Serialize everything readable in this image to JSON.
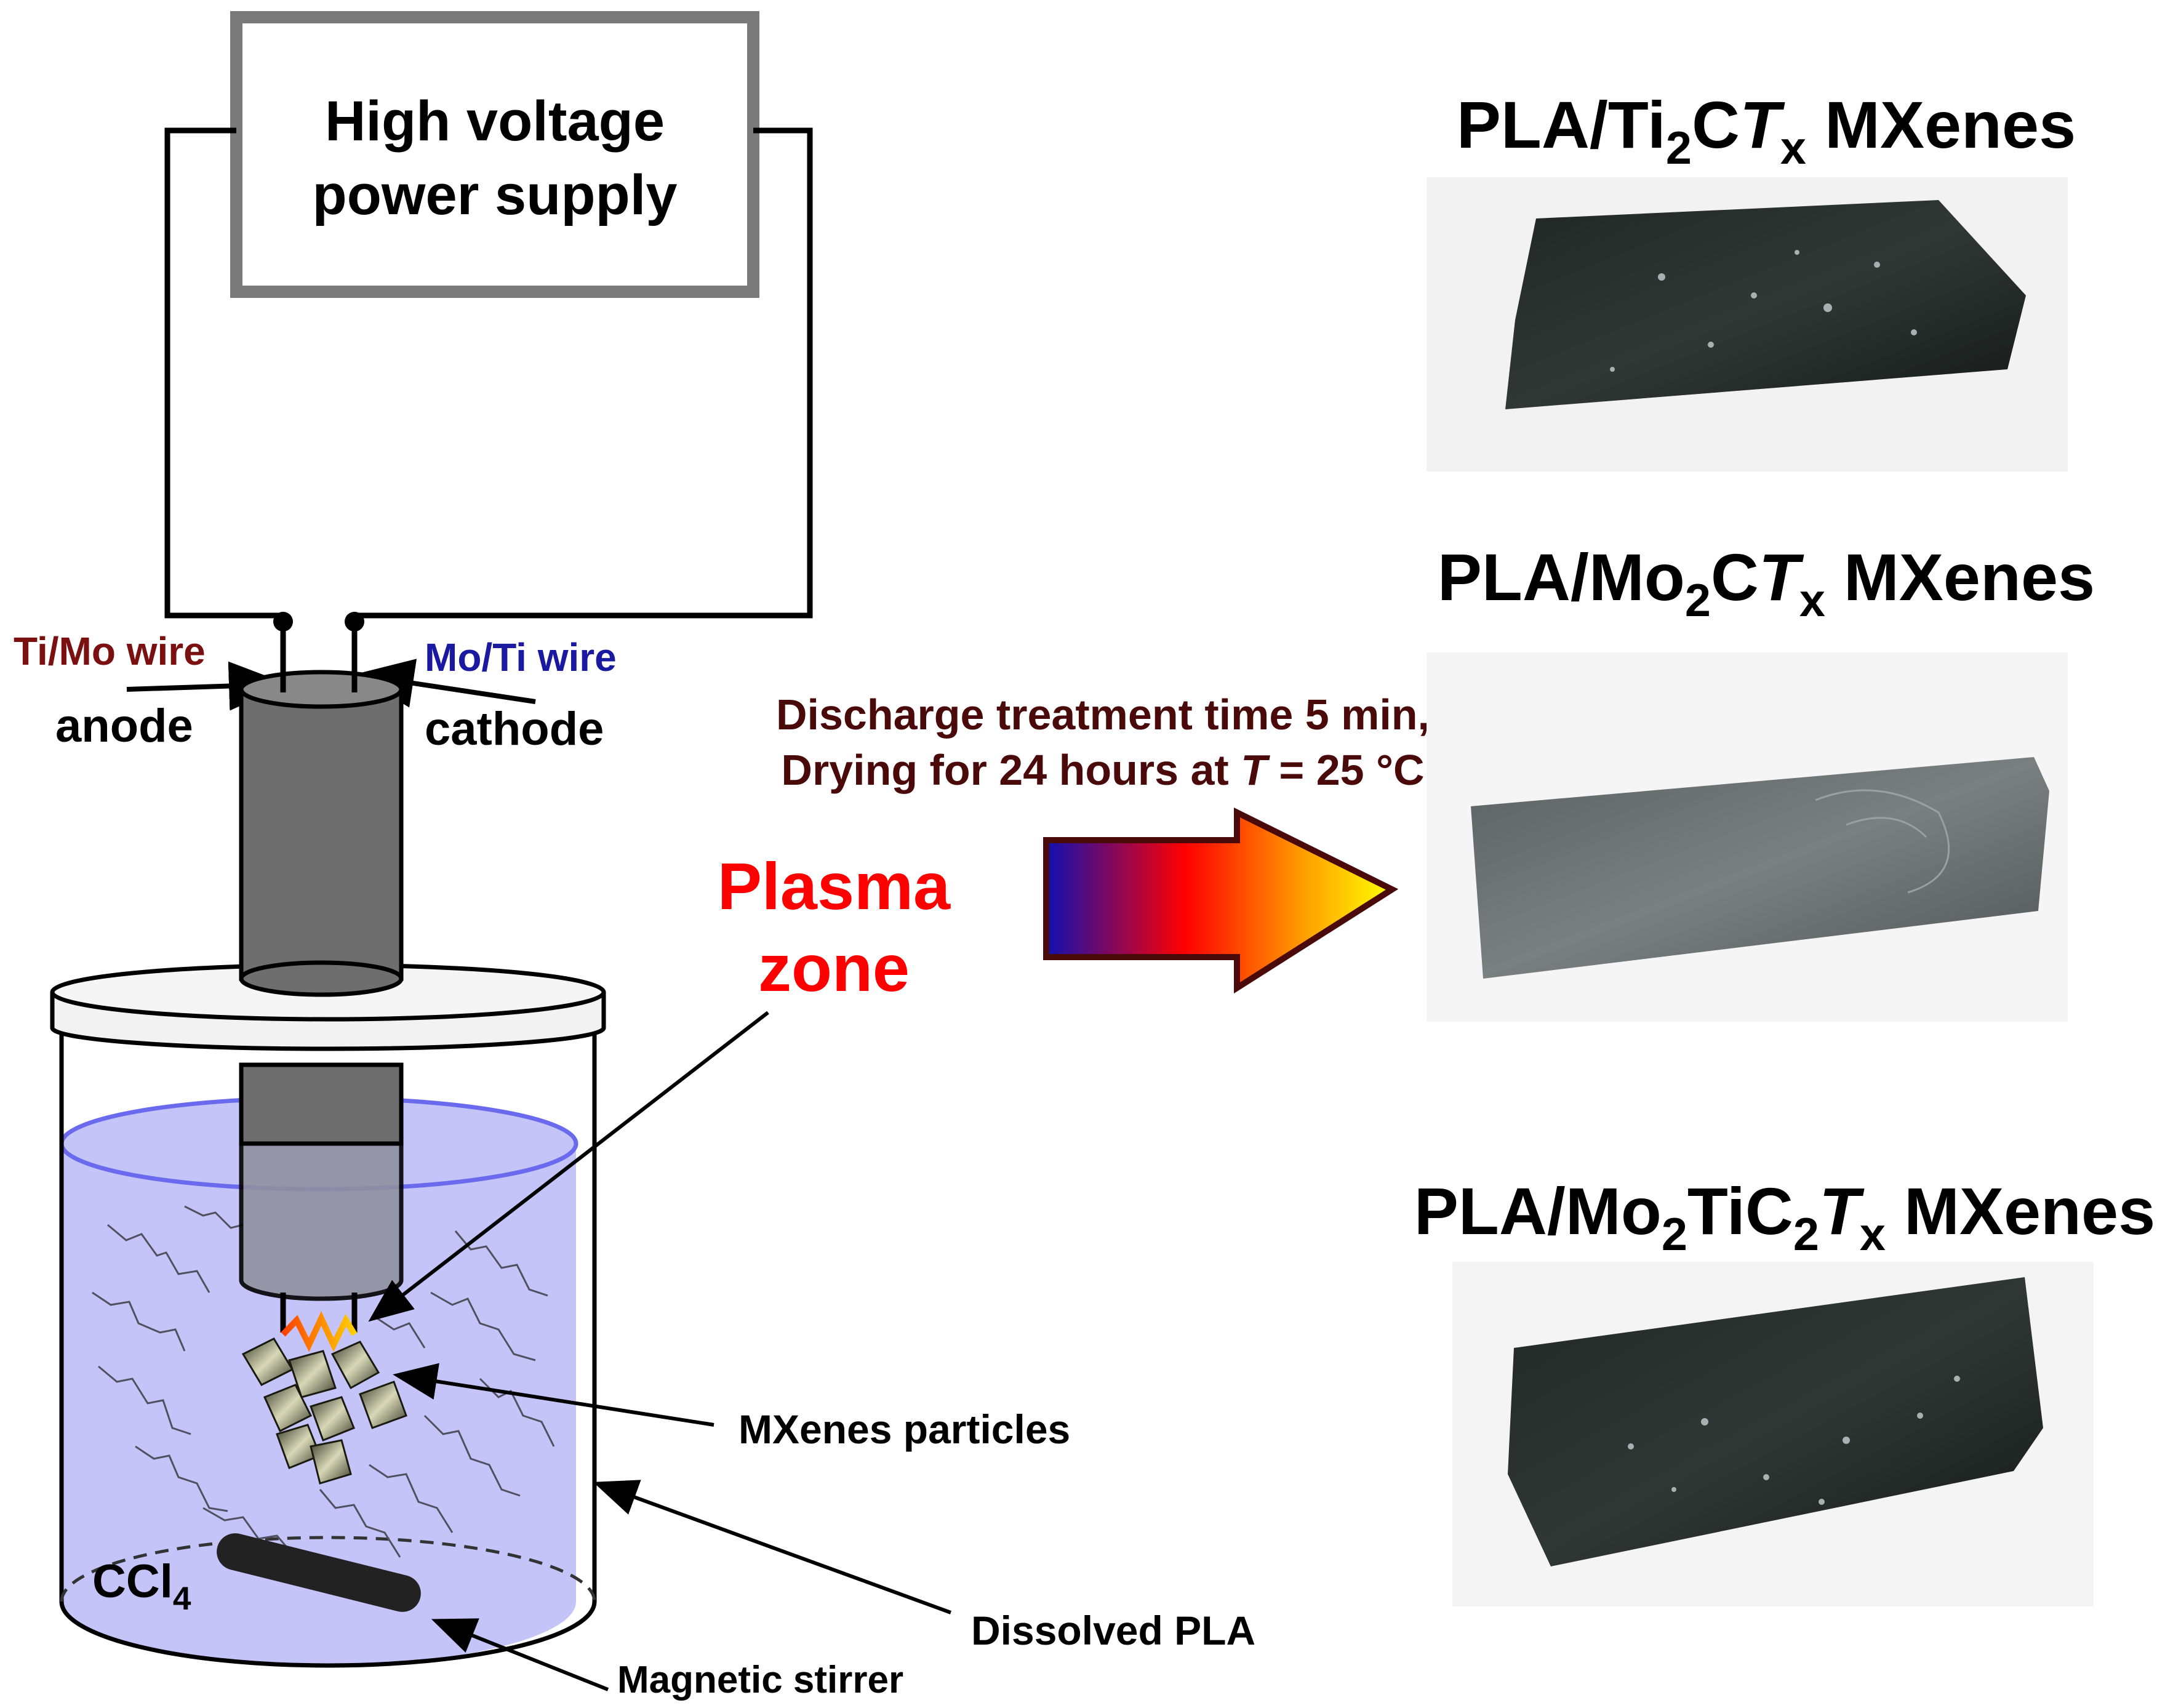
{
  "power_supply": {
    "line1": "High voltage",
    "line2": "power supply"
  },
  "electrodes": {
    "left_wire": "Ti/Mo wire",
    "right_wire": "Mo/Ti wire",
    "anode": "anode",
    "cathode": "cathode"
  },
  "plasma": {
    "line1": "Plasma",
    "line2": "zone"
  },
  "reactor": {
    "solvent_main": "CCl",
    "solvent_sub": "4",
    "particles_label": "MXenes particles",
    "dissolved_label": "Dissolved PLA",
    "stirrer_label": "Magnetic stirrer"
  },
  "process": {
    "line1": "Discharge treatment time 5 min,",
    "line2_prefix": "Drying for 24 hours at ",
    "line2_var": "T",
    "line2_suffix": " = 25 °C"
  },
  "samples": [
    {
      "p1": "PLA/Ti",
      "s1": "2",
      "p2": "C",
      "t": "T",
      "x": "x",
      "p3": " MXenes"
    },
    {
      "p1": "PLA/Mo",
      "s1": "2",
      "p2": "C",
      "t": "T",
      "x": "x",
      "p3": " MXenes"
    },
    {
      "p1": "PLA/Mo",
      "s1": "2",
      "p2": "TiC",
      "s2": "2",
      "t": "T",
      "x": "x",
      "p3": " MXenes"
    }
  ],
  "colors": {
    "wire_label_left": "#7a1010",
    "wire_label_right": "#1a1aa0",
    "plasma": "#ff0000",
    "process_text": "#4a0a0a",
    "liquid": "#c4c4f8",
    "liquid_rim": "#6a6aee",
    "electrode": "#6e6e6e"
  }
}
